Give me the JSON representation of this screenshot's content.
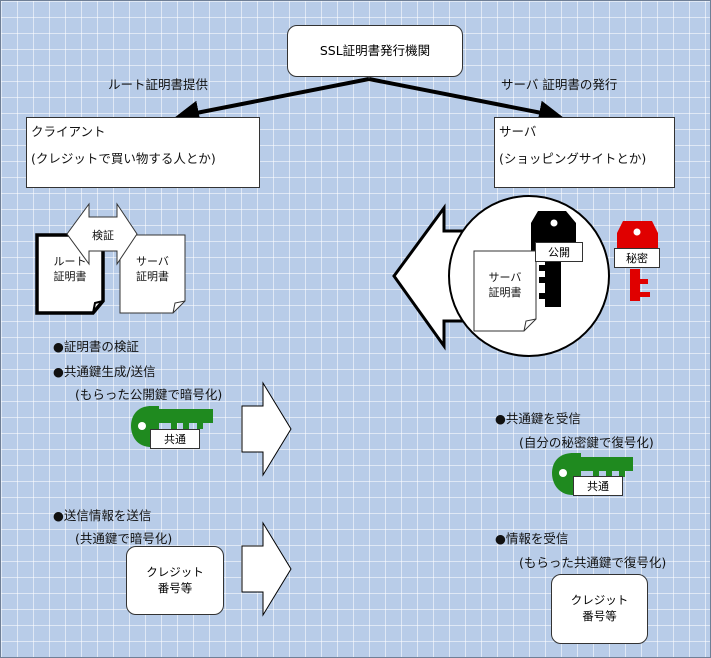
{
  "authority": {
    "title": "SSL証明書発行機関"
  },
  "edges": {
    "root_cert": "ルート証明書提供",
    "server_cert": "サーバ 証明書の発行"
  },
  "client": {
    "title": "クライアント",
    "subtitle": "(クレジットで買い物する人とか)"
  },
  "server": {
    "title": "サーバ",
    "subtitle": "(ショッピングサイトとか)"
  },
  "docs": {
    "root_cert_line1": "ルート",
    "root_cert_line2": "証明書",
    "server_cert_line1": "サーバ",
    "server_cert_line2": "証明書",
    "verify_label": "検証",
    "server_cert2_line1": "サーバ",
    "server_cert2_line2": "証明書"
  },
  "keys": {
    "public": "公開",
    "private": "秘密",
    "common_client": "共通",
    "common_server": "共通",
    "colors": {
      "public": "#000000",
      "private": "#e00000",
      "common": "#1f8a1f"
    }
  },
  "client_steps": {
    "step1": "●証明書の検証",
    "step2": "●共通鍵生成/送信",
    "step2_note": "(もらった公開鍵で暗号化)",
    "step3": "●送信情報を送信",
    "step3_note": "(共通鍵で暗号化)"
  },
  "server_steps": {
    "step1": "●共通鍵を受信",
    "step1_note": "(自分の秘密鍵で復号化)",
    "step2": "●情報を受信",
    "step2_note": "(もらった共通鍵で復号化)"
  },
  "payload": {
    "client_line1": "クレジット",
    "client_line2": "番号等",
    "server_line1": "クレジット",
    "server_line2": "番号等"
  }
}
